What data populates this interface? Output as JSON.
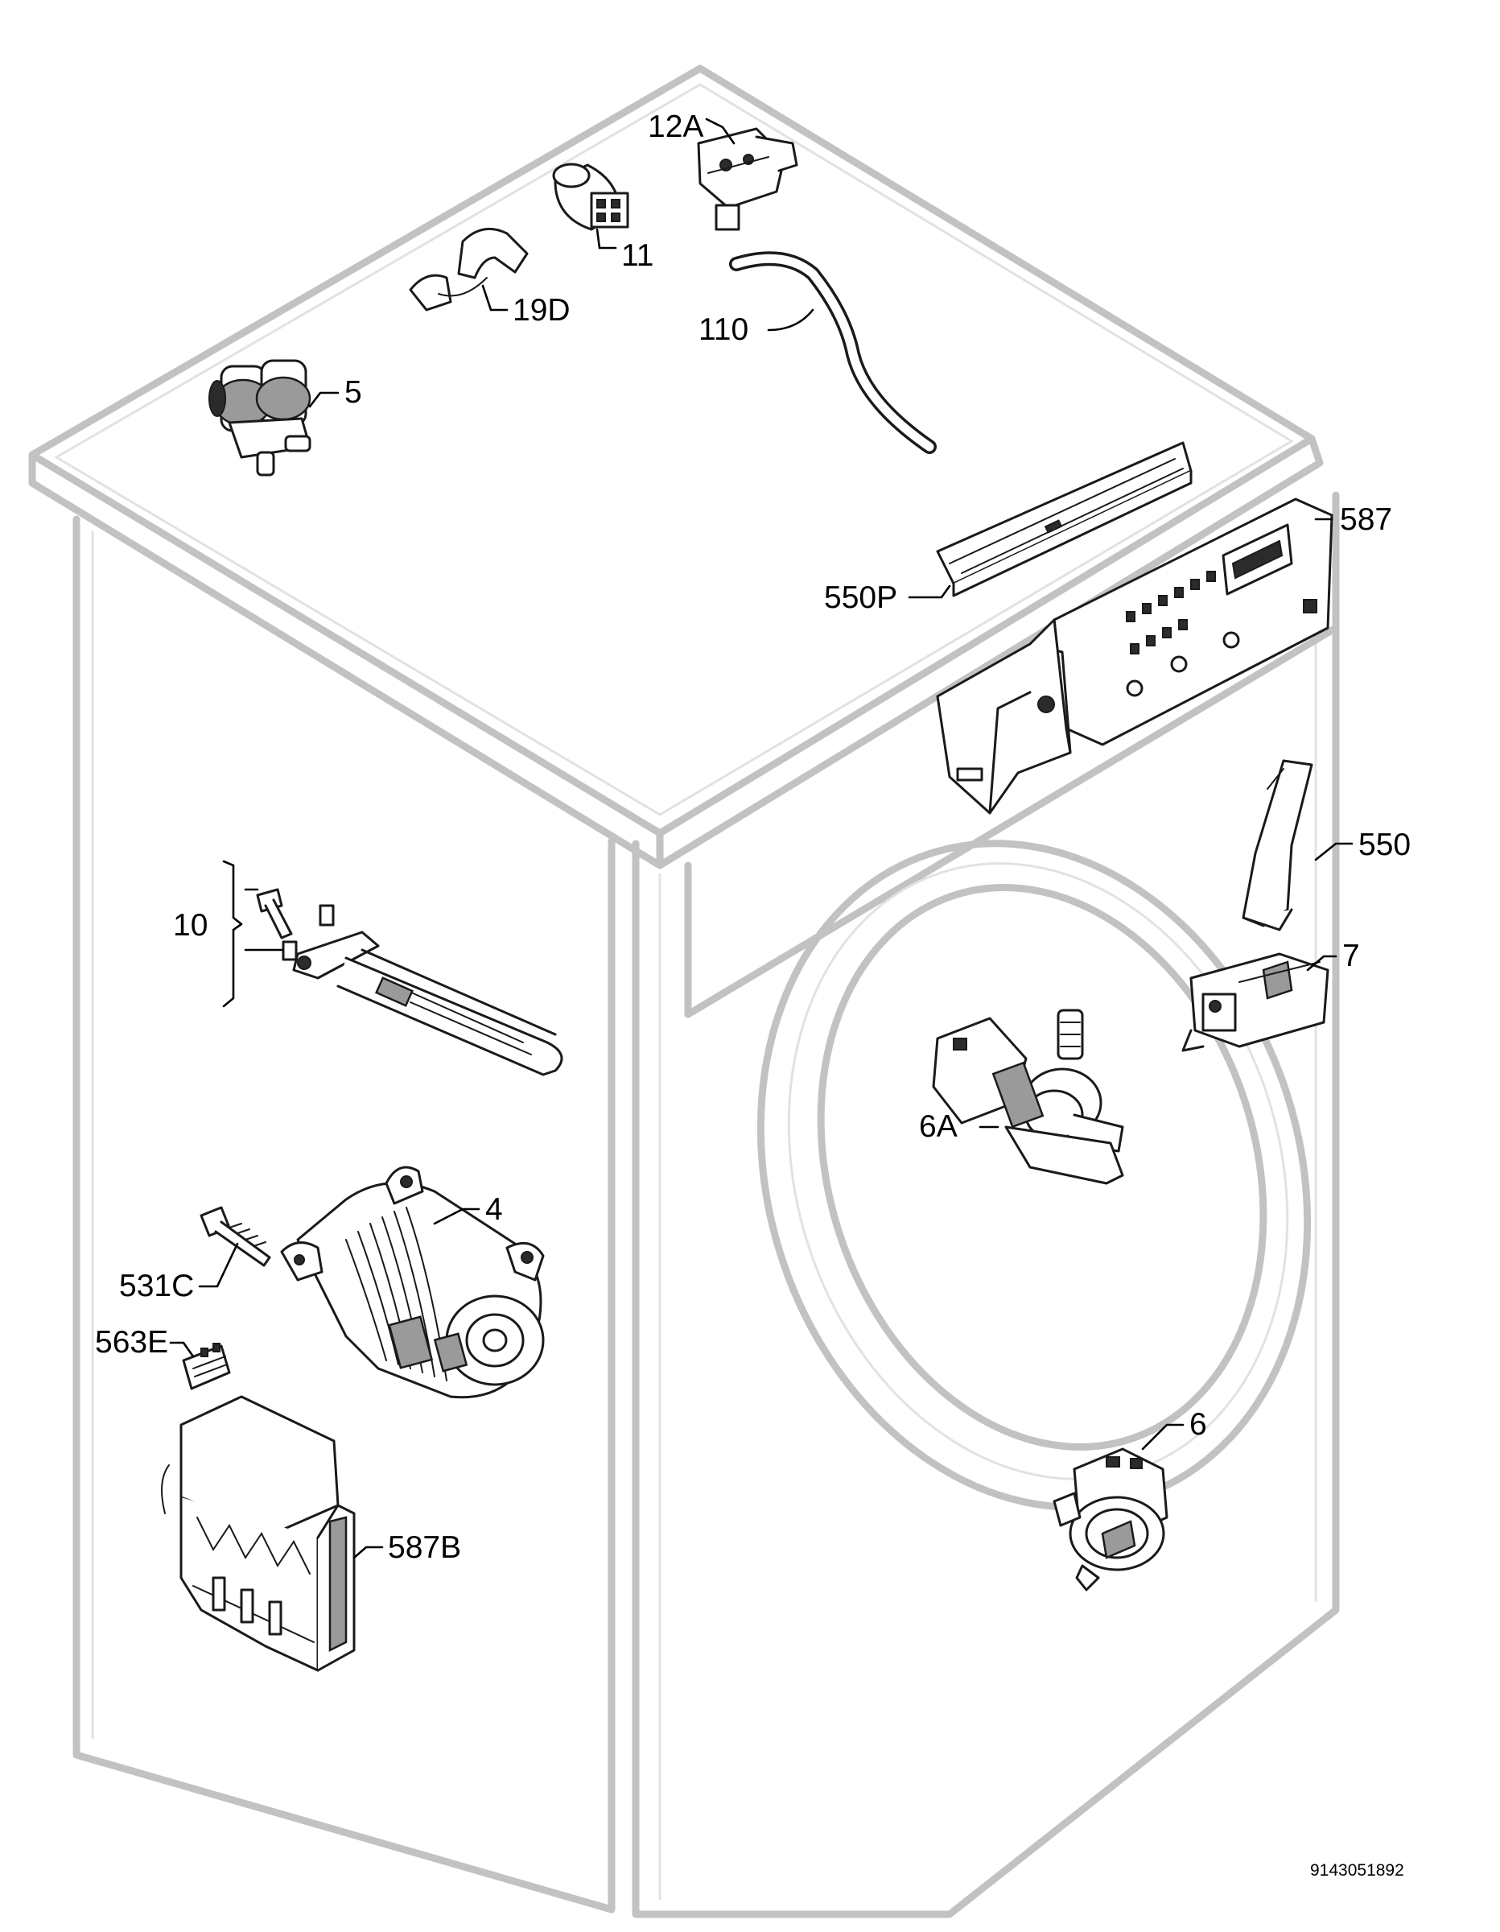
{
  "labels": {
    "l12A": "12A",
    "l11": "11",
    "l19D": "19D",
    "l110": "110",
    "l5": "5",
    "l587": "587",
    "l550P": "550P",
    "l550": "550",
    "l10": "10",
    "l7": "7",
    "l6A": "6A",
    "l4": "4",
    "l531C": "531C",
    "l563E": "563E",
    "l6": "6",
    "l587B": "587B"
  },
  "drawing_code": "9143051892"
}
